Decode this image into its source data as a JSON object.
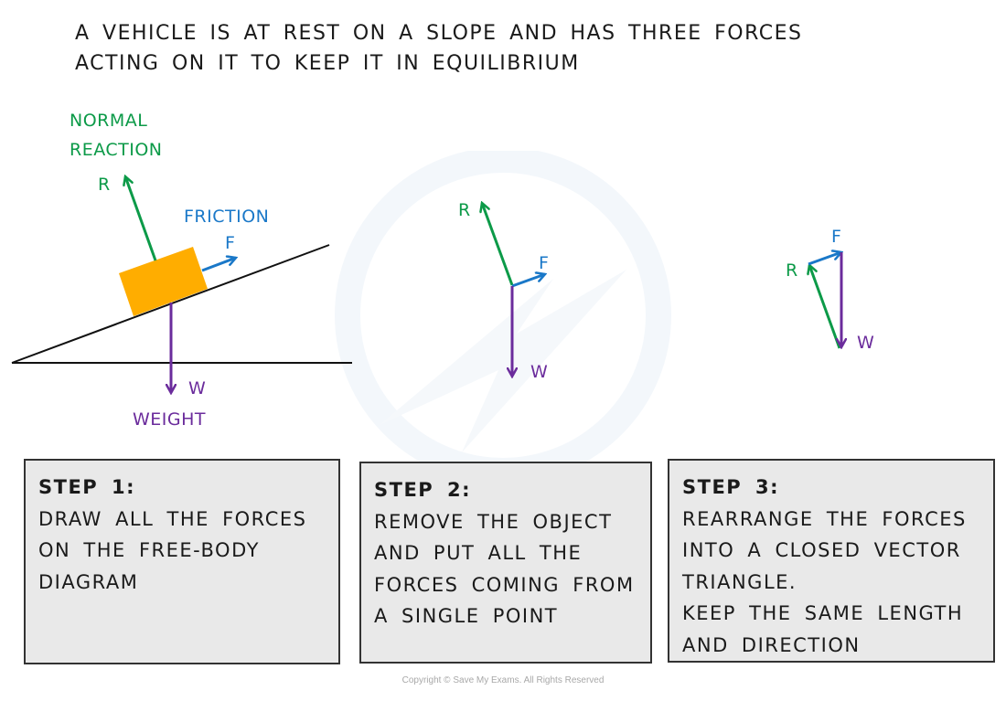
{
  "title": {
    "line1": "A VEHICLE IS AT REST ON A SLOPE AND HAS THREE FORCES",
    "line2": "ACTING ON IT TO KEEP IT IN EQUILIBRIUM"
  },
  "colors": {
    "reaction": "#0c9a48",
    "friction": "#1a78c8",
    "weight": "#6b2c9c",
    "vehicle": "#ffad00",
    "box_fill": "#e9e9e9"
  },
  "free_body": {
    "normal_reaction_line1": "NORMAL",
    "normal_reaction_line2": "REACTION",
    "r_symbol": "R",
    "friction_label": "FRICTION",
    "f_symbol": "F",
    "w_symbol": "W",
    "weight_label": "WEIGHT"
  },
  "single_point": {
    "r_symbol": "R",
    "f_symbol": "F",
    "w_symbol": "W"
  },
  "triangle": {
    "r_symbol": "R",
    "f_symbol": "F",
    "w_symbol": "W"
  },
  "steps": [
    {
      "heading": "STEP 1:",
      "lines": [
        "DRAW ALL THE FORCES",
        "ON THE FREE-BODY",
        "DIAGRAM"
      ]
    },
    {
      "heading": "STEP 2:",
      "lines": [
        "REMOVE THE OBJECT",
        "AND PUT ALL THE",
        "FORCES COMING FROM",
        "A SINGLE POINT"
      ]
    },
    {
      "heading": "STEP 3:",
      "lines": [
        "REARRANGE THE FORCES",
        "INTO A CLOSED VECTOR",
        "TRIANGLE.",
        "KEEP THE SAME LENGTH",
        "AND DIRECTION"
      ]
    }
  ],
  "copyright": "Copyright © Save My Exams. All Rights Reserved"
}
